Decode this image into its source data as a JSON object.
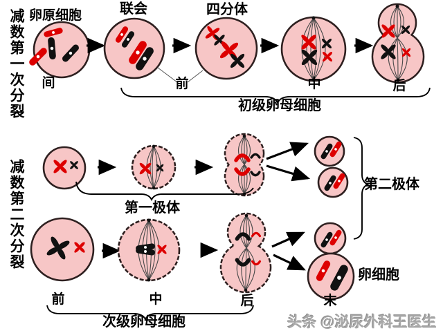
{
  "left_labels": {
    "meiosis_1": "减数第一次分裂",
    "meiosis_2": "减数第二次分裂"
  },
  "stage1": {
    "oogonium_label": "卵原细胞",
    "synapsis_label": "联会",
    "tetrad_label": "四分体",
    "interphase": "间",
    "prophase": "前",
    "metaphase": "中",
    "anaphase": "后",
    "brace_label": "初级卵母细胞"
  },
  "stage2": {
    "first_polar_body_label": "第一极体",
    "second_polar_body_label": "第二极体",
    "prophase": "前",
    "metaphase": "中",
    "anaphase": "后",
    "telophase": "末",
    "brace_label": "次级卵母细胞",
    "egg_cell_label": "卵细胞"
  },
  "watermark": "头条 @泌尿外科王医生",
  "colors": {
    "cell_fill": "#f7c6c6",
    "cell_outline": "#2e2020",
    "chromosome_red": "#dd0000",
    "chromosome_black": "#111111",
    "spindle_fiber": "#4a4a4a",
    "text": "#000000",
    "watermark": "#a8a8a8"
  }
}
